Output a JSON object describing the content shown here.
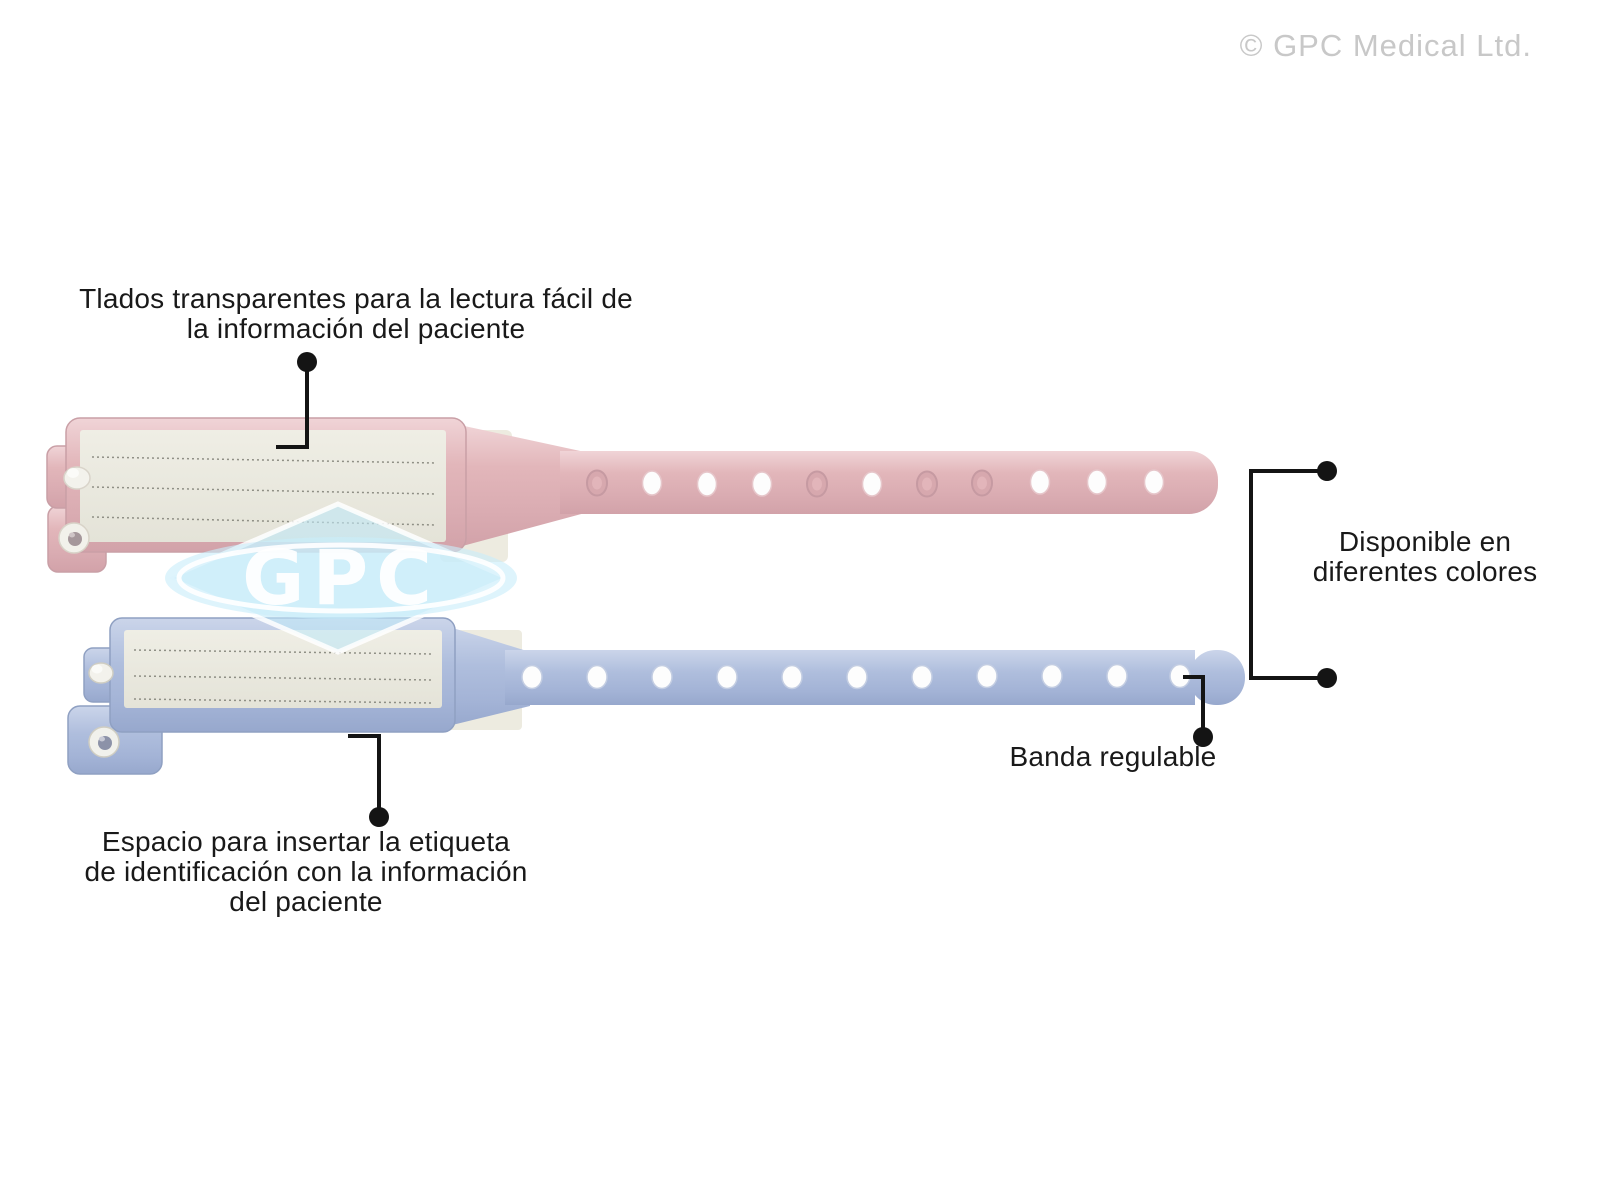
{
  "watermark": "© GPC Medical Ltd.",
  "logo": {
    "text": "GPC"
  },
  "annotations": {
    "transparent_window": {
      "line1": "Tlados transparentes para la lectura fácil de",
      "line2": "la información del paciente"
    },
    "colors": {
      "line1": "Disponible en",
      "line2": "diferentes colores"
    },
    "adjustable_band": {
      "text": "Banda regulable"
    },
    "label_space": {
      "line1": "Espacio para insertar la etiqueta",
      "line2": "de identificación con la información",
      "line3": "del paciente"
    }
  },
  "product": {
    "items": [
      {
        "name": "pink patient identification wristband",
        "color_hex": "#DFB2B6",
        "adjustment_holes": 11
      },
      {
        "name": "blue patient identification wristband",
        "color_hex": "#A9B9DA",
        "adjustment_holes": 11
      }
    ]
  },
  "colors": {
    "pink_band": "#DFB2B6",
    "blue_band": "#A9B9DA",
    "label_insert": "#EBEAE0",
    "logo_cyan": "#C9EDFA",
    "annotation_text": "#191919",
    "leader_line": "#141414",
    "watermark_gray": "#C8C8C8"
  }
}
